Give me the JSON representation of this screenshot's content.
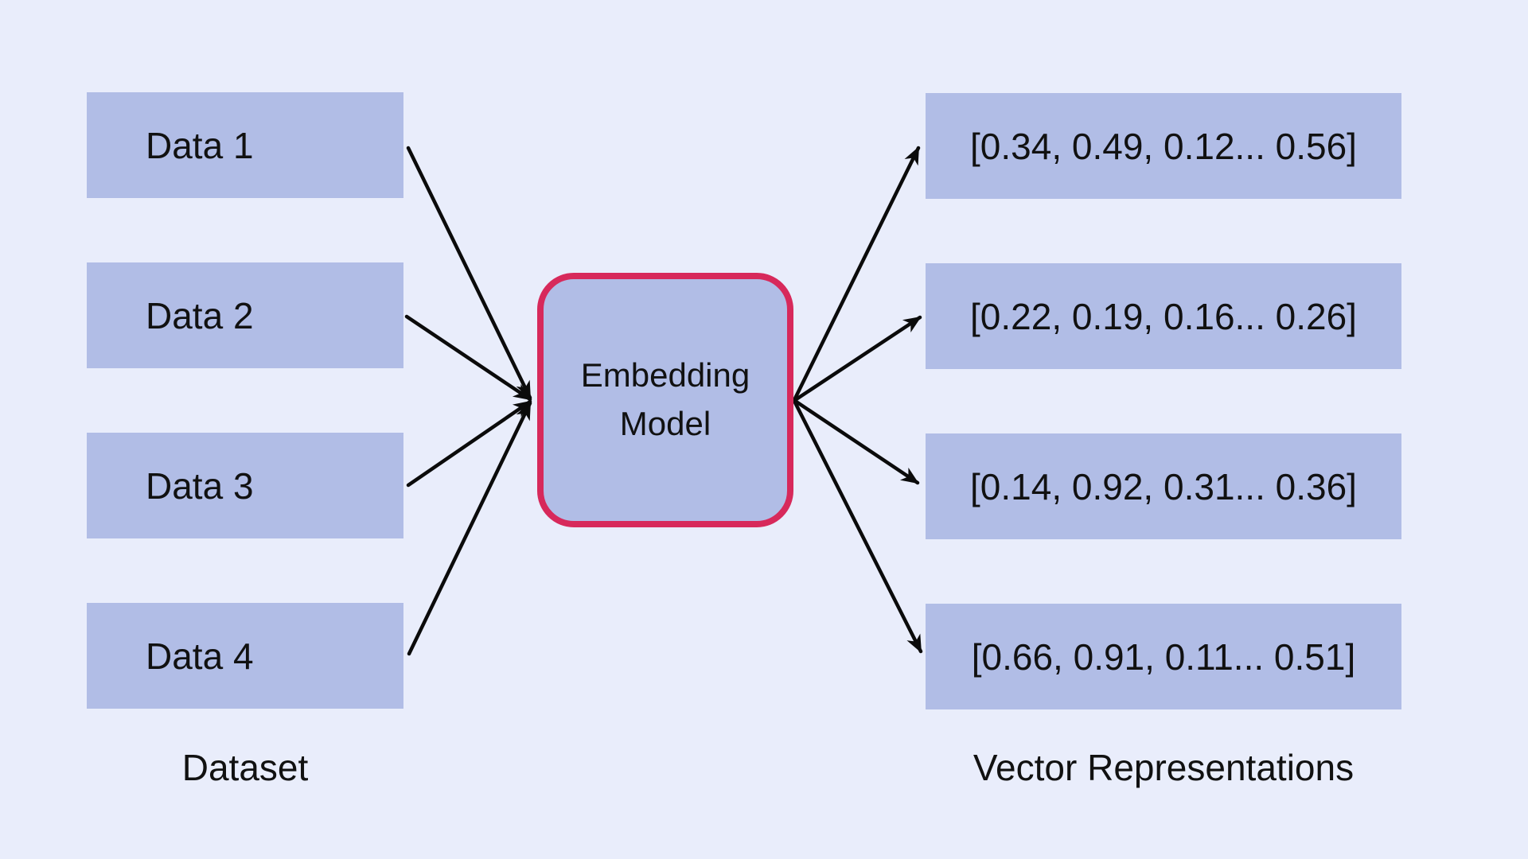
{
  "colors": {
    "background": "#E9EDFB",
    "box_fill": "#B1BDE6",
    "model_border": "#D7295B",
    "arrow": "#0B0B0B",
    "text": "#111111"
  },
  "dataset": {
    "caption": "Dataset",
    "items": [
      {
        "label": "Data 1"
      },
      {
        "label": "Data 2"
      },
      {
        "label": "Data 3"
      },
      {
        "label": "Data 4"
      }
    ]
  },
  "model": {
    "line1": "Embedding",
    "line2": "Model"
  },
  "vectors": {
    "caption": "Vector Representations",
    "items": [
      {
        "value": "[0.34, 0.49, 0.12... 0.56]"
      },
      {
        "value": "[0.22, 0.19, 0.16... 0.26]"
      },
      {
        "value": "[0.14, 0.92, 0.31... 0.36]"
      },
      {
        "value": "[0.66, 0.91, 0.11... 0.51]"
      }
    ]
  }
}
